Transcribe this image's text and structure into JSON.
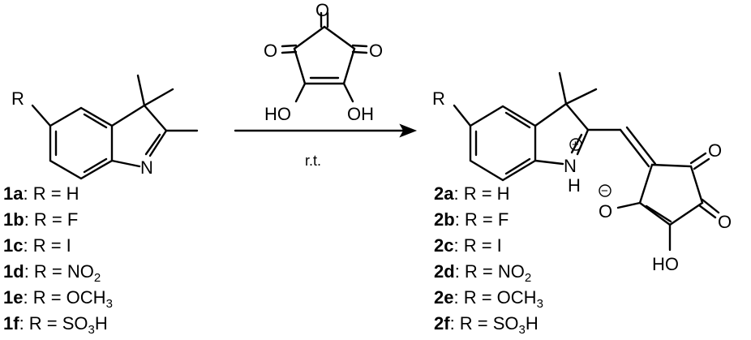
{
  "reactant_indolenine": {
    "substituent_label": "R",
    "nitrogen_label": "N",
    "variants": [
      {
        "id": "1a",
        "label": ": R = H"
      },
      {
        "id": "1b",
        "label": ": R = F"
      },
      {
        "id": "1c",
        "label": ": R = I"
      },
      {
        "id": "1d",
        "label": ": R = NO",
        "subscript": "2"
      },
      {
        "id": "1e",
        "label": ": R = OCH",
        "subscript": "3"
      },
      {
        "id": "1f",
        "label": ": R = SO",
        "subscript": "3",
        "suffix": "H"
      }
    ]
  },
  "reagent_croconic_acid": {
    "oxygen_label": "O",
    "hydroxyl_left": "HO",
    "hydroxyl_right": "OH"
  },
  "conditions": {
    "text": "r.t."
  },
  "product": {
    "substituent_label": "R",
    "nh_label": "N",
    "h_label": "H",
    "plus_charge": "+",
    "minus_charge": "−",
    "oxygen_anion_label": "O",
    "oxygen_label": "O",
    "hydroxyl_label": "HO",
    "variants": [
      {
        "id": "2a",
        "label": ": R = H"
      },
      {
        "id": "2b",
        "label": ": R = F"
      },
      {
        "id": "2c",
        "label": ": R = I"
      },
      {
        "id": "2d",
        "label": ": R = NO",
        "subscript": "2"
      },
      {
        "id": "2e",
        "label": ": R = OCH",
        "subscript": "3"
      },
      {
        "id": "2f",
        "label": ": R = SO",
        "subscript": "3",
        "suffix": "H"
      }
    ]
  }
}
